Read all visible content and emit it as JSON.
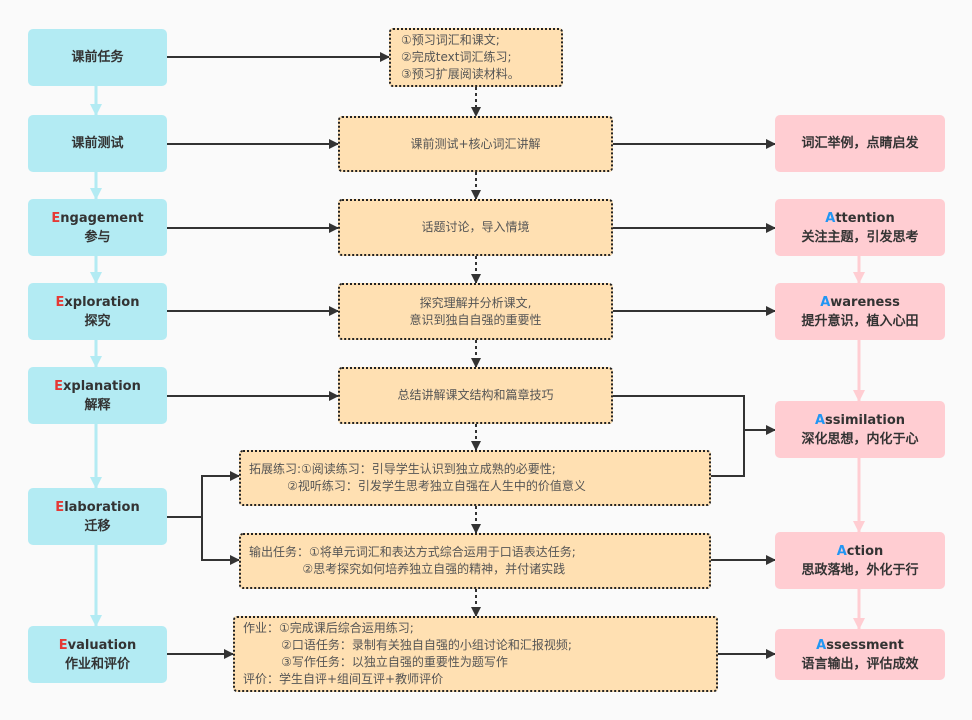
{
  "colors": {
    "stage_fill": "#b3ebf3",
    "goal_fill": "#ffcdd2",
    "activity_fill": "#ffe0b2",
    "e_letter": "#e53935",
    "a_letter": "#2196f3",
    "stage_arrow": "#b3ebf3",
    "goal_arrow": "#ffcdd2",
    "flow_arrow": "#333333"
  },
  "stages": [
    {
      "initial": "",
      "rest": "",
      "cn": "课前任务"
    },
    {
      "initial": "",
      "rest": "",
      "cn": "课前测试"
    },
    {
      "initial": "E",
      "rest": "ngagement",
      "cn": "参与"
    },
    {
      "initial": "E",
      "rest": "xploration",
      "cn": "探究"
    },
    {
      "initial": "E",
      "rest": "xplanation",
      "cn": "解释"
    },
    {
      "initial": "E",
      "rest": "laboration",
      "cn": "迁移"
    },
    {
      "initial": "E",
      "rest": "valuation",
      "cn": "作业和评价"
    }
  ],
  "activities": [
    {
      "lines": [
        "①预习词汇和课文;",
        "②完成text词汇练习;",
        "③预习扩展阅读材料。"
      ]
    },
    {
      "lines": [
        "课前测试+核心词汇讲解"
      ]
    },
    {
      "lines": [
        "话题讨论，导入情境"
      ]
    },
    {
      "lines": [
        "探究理解并分析课文,",
        "意识到独自自强的重要性"
      ]
    },
    {
      "lines": [
        "总结讲解课文结构和篇章技巧"
      ]
    },
    {
      "lines": [
        "拓展练习:①阅读练习：引导学生认识到独立成熟的必要性;",
        "          ②视听练习：引发学生思考独立自强在人生中的价值意义"
      ]
    },
    {
      "lines": [
        "输出任务：①将单元词汇和表达方式综合运用于口语表达任务;",
        "              ②思考探究如何培养独立自强的精神，并付诸实践"
      ]
    },
    {
      "lines": [
        "作业：①完成课后综合运用练习;",
        "          ②口语任务：录制有关独自自强的小组讨论和汇报视频;",
        "          ③写作任务：以独立自强的重要性为题写作",
        "评价：学生自评+组间互评+教师评价"
      ]
    }
  ],
  "goals": [
    {
      "initial": "",
      "rest": "",
      "cn": "词汇举例，点睛启发"
    },
    {
      "initial": "A",
      "rest": "ttention",
      "cn": "关注主题，引发思考"
    },
    {
      "initial": "A",
      "rest": "wareness",
      "cn": "提升意识，植入心田"
    },
    {
      "initial": "A",
      "rest": "ssimilation",
      "cn": "深化思想，内化于心"
    },
    {
      "initial": "A",
      "rest": "ction",
      "cn": "思政落地，外化于行"
    },
    {
      "initial": "A",
      "rest": "ssessment",
      "cn": "语言输出，评估成效"
    }
  ]
}
